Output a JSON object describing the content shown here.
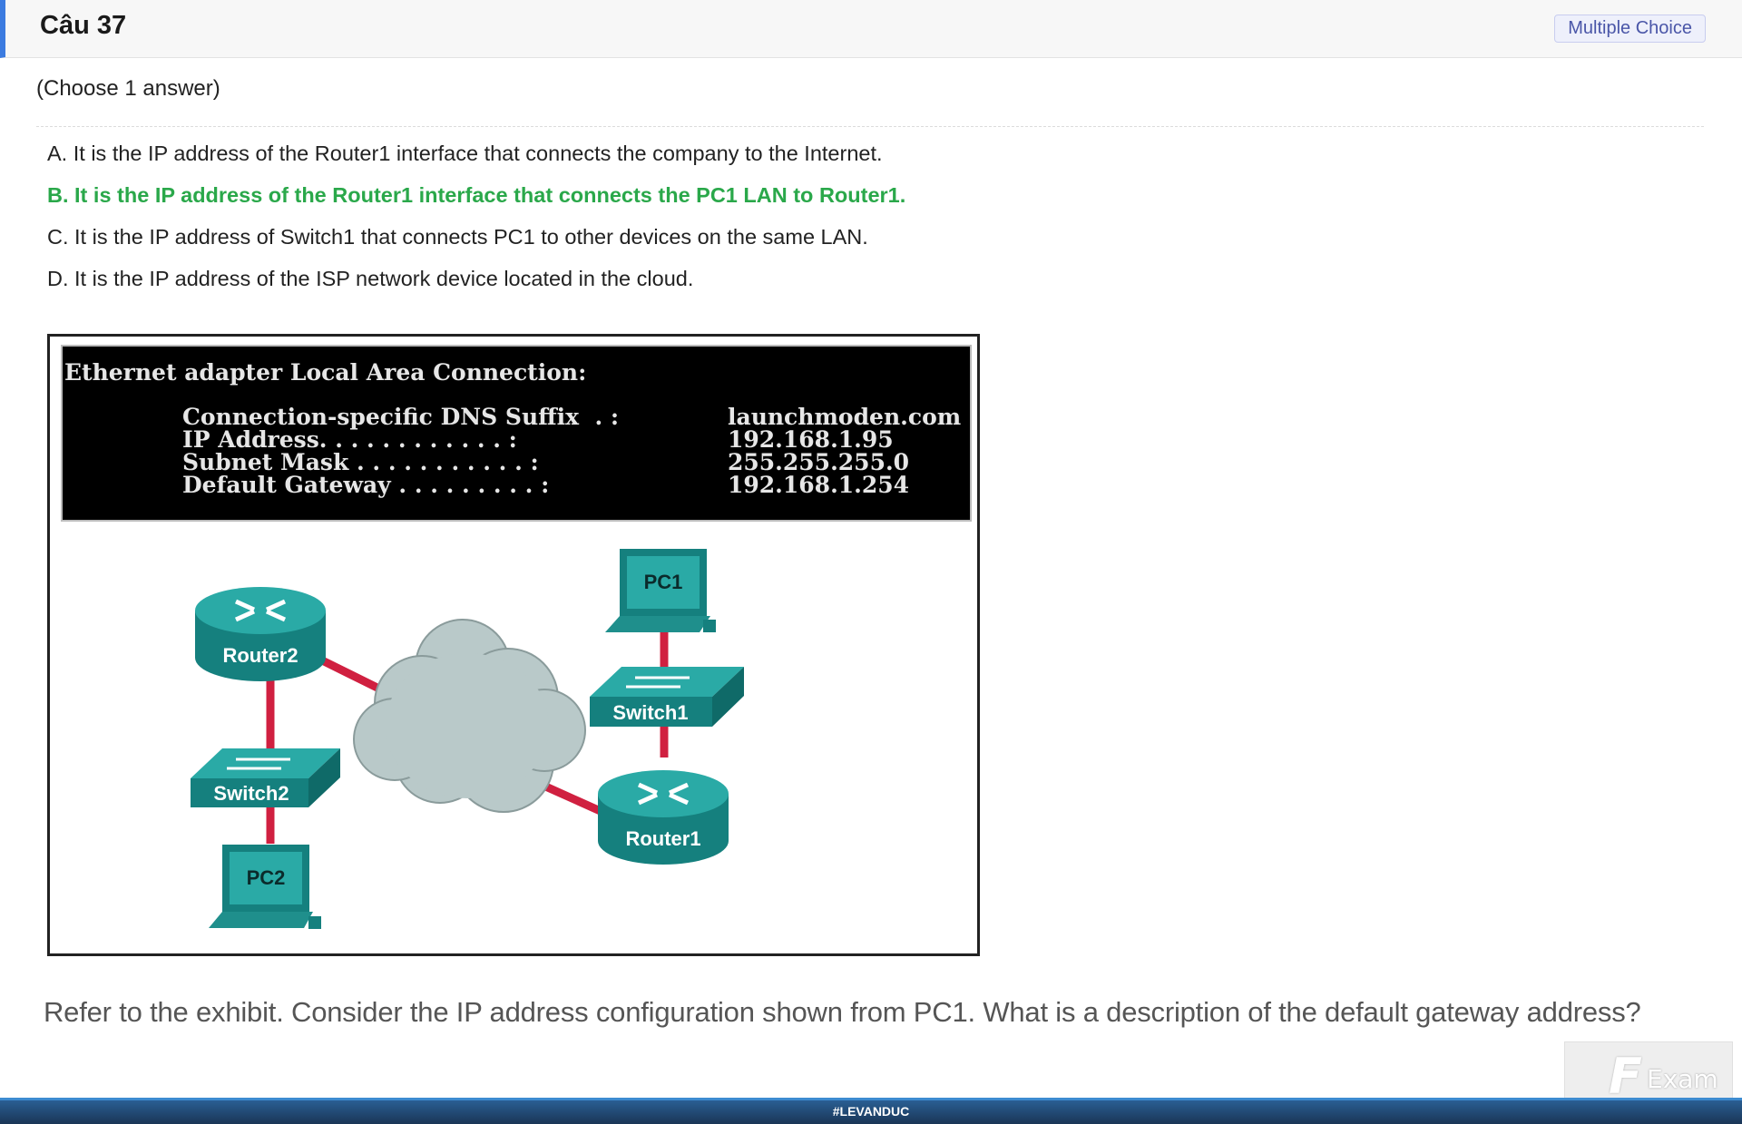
{
  "header": {
    "title": "Câu 37",
    "badge": "Multiple Choice"
  },
  "instruction": "(Choose 1 answer)",
  "options": [
    {
      "text": "A. It is the IP address of the Router1 interface that connects the company to the Internet.",
      "correct": false
    },
    {
      "text": "B. It is the IP address of the Router1 interface that connects the PC1 LAN to Router1.",
      "correct": true
    },
    {
      "text": "C. It is the IP address of Switch1 that connects PC1 to other devices on the same LAN.",
      "correct": false
    },
    {
      "text": "D. It is the IP address of the ISP network device located in the cloud.",
      "correct": false
    }
  ],
  "exhibit": {
    "terminal": {
      "heading": "Ethernet adapter Local Area Connection:",
      "rows": [
        {
          "label": "Connection-specific DNS Suffix  . :",
          "value": "launchmoden.com"
        },
        {
          "label": "IP Address. . . . . . . . . . . . :",
          "value": "192.168.1.95"
        },
        {
          "label": "Subnet Mask . . . . . . . . . . . :",
          "value": "255.255.255.0"
        },
        {
          "label": "Default Gateway . . . . . . . . . :",
          "value": "192.168.1.254"
        }
      ]
    },
    "devices": {
      "pc1": "PC1",
      "pc2": "PC2",
      "router1": "Router1",
      "router2": "Router2",
      "switch1": "Switch1",
      "switch2": "Switch2"
    },
    "colors": {
      "device": "#1f8f8c",
      "link": "#d02040",
      "cloud": "#b8c8c8"
    }
  },
  "question": "Refer to the exhibit. Consider the IP address configuration shown from PC1. What is a description of the default gateway address?",
  "footer": {
    "tag": "#LEVANDUC"
  },
  "logo": {
    "mark": "F",
    "word": "Exam"
  }
}
